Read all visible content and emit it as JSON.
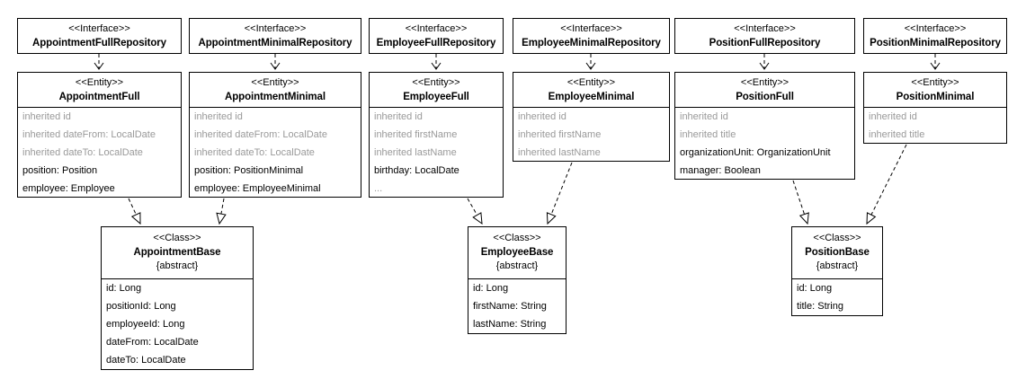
{
  "colors": {
    "box_border": "#000000",
    "box_background": "#ffffff",
    "text": "#000000",
    "inherited_text": "#999999",
    "connector": "#000000",
    "page_background": "#ffffff"
  },
  "boxes": {
    "interfaces": [
      {
        "stereotype": "<<Interface>>",
        "name": "AppointmentFullRepository"
      },
      {
        "stereotype": "<<Interface>>",
        "name": "AppointmentMinimalRepository"
      },
      {
        "stereotype": "<<Interface>>",
        "name": "EmployeeFullRepository"
      },
      {
        "stereotype": "<<Interface>>",
        "name": "EmployeeMinimalRepository"
      },
      {
        "stereotype": "<<Interface>>",
        "name": "PositionFullRepository"
      },
      {
        "stereotype": "<<Interface>>",
        "name": "PositionMinimalRepository"
      }
    ],
    "entities": [
      {
        "stereotype": "<<Entity>>",
        "name": "AppointmentFull",
        "attributes": [
          "inherited id",
          "inherited dateFrom: LocalDate",
          "inherited dateTo: LocalDate",
          "position: Position",
          "employee: Employee"
        ]
      },
      {
        "stereotype": "<<Entity>>",
        "name": "AppointmentMinimal",
        "attributes": [
          "inherited id",
          "inherited dateFrom: LocalDate",
          "inherited dateTo: LocalDate",
          "position: PositionMinimal",
          "employee: EmployeeMinimal"
        ]
      },
      {
        "stereotype": "<<Entity>>",
        "name": "EmployeeFull",
        "attributes": [
          "inherited id",
          "inherited firstName",
          "inherited lastName",
          "birthday: LocalDate",
          "..."
        ]
      },
      {
        "stereotype": "<<Entity>>",
        "name": "EmployeeMinimal",
        "attributes": [
          "inherited id",
          "inherited firstName",
          "inherited lastName"
        ]
      },
      {
        "stereotype": "<<Entity>>",
        "name": "PositionFull",
        "attributes": [
          "inherited id",
          "inherited title",
          "organizationUnit: OrganizationUnit",
          "manager: Boolean"
        ]
      },
      {
        "stereotype": "<<Entity>>",
        "name": "PositionMinimal",
        "attributes": [
          "inherited id",
          "inherited title"
        ]
      }
    ],
    "base_classes": [
      {
        "stereotype": "<<Class>>",
        "name": "AppointmentBase",
        "modifier": "{abstract}",
        "attributes": [
          "id: Long",
          "positionId: Long",
          "employeeId: Long",
          "dateFrom: LocalDate",
          "dateTo: LocalDate"
        ]
      },
      {
        "stereotype": "<<Class>>",
        "name": "EmployeeBase",
        "modifier": "{abstract}",
        "attributes": [
          "id: Long",
          "firstName: String",
          "lastName: String"
        ]
      },
      {
        "stereotype": "<<Class>>",
        "name": "PositionBase",
        "modifier": "{abstract}",
        "attributes": [
          "id: Long",
          "title: String"
        ]
      }
    ]
  }
}
